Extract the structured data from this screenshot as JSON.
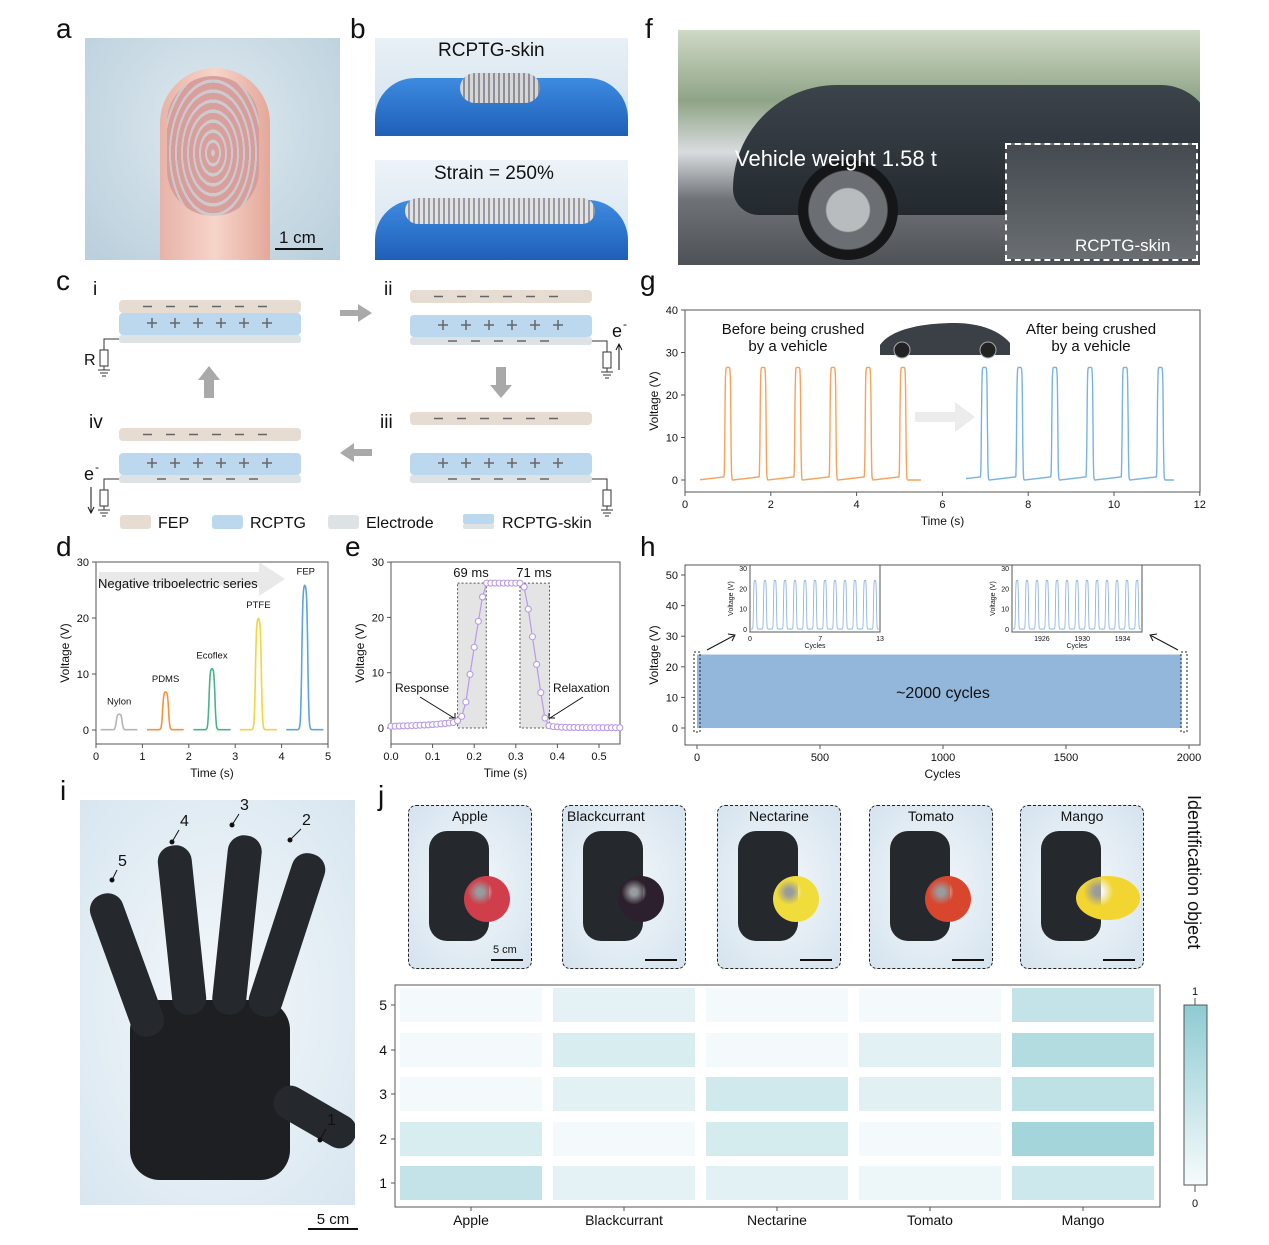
{
  "panels": {
    "a": "a",
    "b": "b",
    "c": "c",
    "d": "d",
    "e": "e",
    "f": "f",
    "g": "g",
    "h": "h",
    "i": "i",
    "j": "j"
  },
  "panel_a": {
    "scale_bar": "1 cm"
  },
  "panel_b": {
    "top_caption": "RCPTG-skin",
    "bottom_caption": "Strain = 250%"
  },
  "panel_f": {
    "caption": "Vehicle weight 1.58 t",
    "inset_label": "RCPTG-skin"
  },
  "panel_c": {
    "stages": [
      "i",
      "ii",
      "iii",
      "iv"
    ],
    "resistor_label": "R",
    "electron_label": "e",
    "electron_sup": "-",
    "legend": [
      "FEP",
      "RCPTG",
      "Electrode",
      "RCPTG-skin"
    ],
    "colors": {
      "fep": "#e6dcd2",
      "rcptg": "#bcd8ee",
      "electrode": "#dde2e5",
      "arrow": "#a9a9a9"
    }
  },
  "panel_i": {
    "scale_bar": "5 cm",
    "finger_labels": [
      "1",
      "2",
      "3",
      "4",
      "5"
    ]
  },
  "panel_j": {
    "objects": [
      "Apple",
      "Blackcurrant",
      "Nectarine",
      "Tomato",
      "Mango"
    ],
    "scale_bar": "5 cm",
    "side_title": "Identification object"
  },
  "chart_data": [
    {
      "id": "d",
      "type": "line",
      "title": "",
      "xlabel": "Time (s)",
      "ylabel": "Voltage (V)",
      "xlim": [
        0,
        5
      ],
      "ylim": [
        -2.5,
        30
      ],
      "xticks": [
        "0",
        "1",
        "2",
        "3",
        "4",
        "5"
      ],
      "yticks": [
        "0",
        "10",
        "20",
        "30"
      ],
      "annotation": "Negative triboelectric series",
      "series": [
        {
          "name": "Nylon",
          "peak_time": 0.5,
          "peak": 2.8,
          "color": "#b5b5b5"
        },
        {
          "name": "PDMS",
          "peak_time": 1.5,
          "peak": 6.8,
          "color": "#f5923e"
        },
        {
          "name": "Ecoflex",
          "peak_time": 2.5,
          "peak": 11,
          "color": "#49b48a"
        },
        {
          "name": "PTFE",
          "peak_time": 3.5,
          "peak": 20,
          "color": "#f2d53c"
        },
        {
          "name": "FEP",
          "peak_time": 4.5,
          "peak": 26,
          "color": "#5fa4dc"
        }
      ]
    },
    {
      "id": "e",
      "type": "scatter",
      "xlabel": "Time (s)",
      "ylabel": "Voltage (V)",
      "xlim": [
        0,
        0.55
      ],
      "ylim": [
        -2.5,
        30
      ],
      "xticks": [
        "0.0",
        "0.1",
        "0.2",
        "0.3",
        "0.4",
        "0.5"
      ],
      "yticks": [
        "0",
        "10",
        "20",
        "30"
      ],
      "x_start": 0,
      "x_step": 0.01,
      "values": [
        0.3,
        0.32,
        0.35,
        0.38,
        0.4,
        0.43,
        0.46,
        0.5,
        0.53,
        0.57,
        0.62,
        0.68,
        0.75,
        0.82,
        0.9,
        1.0,
        1.3,
        2.1,
        4.7,
        9.7,
        14.6,
        19.3,
        23.7,
        26.2,
        26.2,
        26.2,
        26.2,
        26.2,
        26.2,
        26.2,
        26.2,
        26.2,
        25.5,
        21.5,
        16.5,
        11.5,
        6.4,
        1.8,
        0.4,
        0.25,
        0.2,
        0.15,
        0.12,
        0.1,
        0.1,
        0.08,
        0.08,
        0.07,
        0.07,
        0.06,
        0.06,
        0.06,
        0.05,
        0.05,
        0.05,
        0.05
      ],
      "color": "#b99ae6",
      "response_window": [
        0.16,
        0.229
      ],
      "relaxation_window": [
        0.31,
        0.381
      ],
      "annotations": {
        "response_time": "69 ms",
        "relaxation_time": "71 ms",
        "response": "Response",
        "relaxation": "Relaxation"
      }
    },
    {
      "id": "g",
      "type": "line",
      "xlabel": "Time (s)",
      "ylabel": "Voltage (V)",
      "xlim": [
        0,
        12
      ],
      "ylim": [
        -2.5,
        40
      ],
      "xticks": [
        "0",
        "2",
        "4",
        "6",
        "8",
        "10",
        "12"
      ],
      "yticks": [
        "0",
        "10",
        "20",
        "30",
        "40"
      ],
      "series": [
        {
          "name": "Before being crushed by a vehicle",
          "range": [
            0.35,
            5.5
          ],
          "peak_times": [
            1.0,
            1.82,
            2.63,
            3.45,
            4.27,
            5.08
          ],
          "peak": 26.5,
          "color": "#f5a35c"
        },
        {
          "name": "After being crushed by a vehicle",
          "range": [
            6.55,
            11.4
          ],
          "peak_times": [
            6.98,
            7.8,
            8.62,
            9.44,
            10.26,
            11.08
          ],
          "peak": 26.5,
          "color": "#79b3e0"
        }
      ],
      "labels": {
        "before_1": "Before being crushed",
        "before_2": "by a vehicle",
        "after_1": "After being crushed",
        "after_2": "by a vehicle"
      }
    },
    {
      "id": "h",
      "type": "area",
      "xlabel": "Cycles",
      "ylabel": "Voltage (V)",
      "xlim": [
        0,
        2000
      ],
      "ylim": [
        -5,
        55
      ],
      "xticks": [
        "0",
        "500",
        "1000",
        "1500",
        "2000"
      ],
      "yticks": [
        "0",
        "10",
        "20",
        "30",
        "40",
        "50"
      ],
      "band": {
        "x": [
          0,
          1970
        ],
        "low": 0,
        "high": 24
      },
      "color": "#93b6db",
      "annotation": "~2000 cycles",
      "insets": [
        {
          "xlabel": "Cycles",
          "ylabel": "Voltage (V)",
          "xticks": [
            "0",
            "7",
            "13"
          ],
          "yticks": [
            "0",
            "10",
            "20",
            "30"
          ],
          "cycles": 13,
          "peak": 24
        },
        {
          "xlabel": "Cycles",
          "ylabel": "Voltage (V)",
          "xticks": [
            "1926",
            "1930",
            "1934"
          ],
          "yticks": [
            "0",
            "10",
            "20",
            "30"
          ],
          "cycles": 13,
          "peak": 24
        }
      ]
    },
    {
      "id": "j",
      "type": "heatmap",
      "x_categories": [
        "Apple",
        "Blackcurrant",
        "Nectarine",
        "Tomato",
        "Mango"
      ],
      "y_categories": [
        "1",
        "2",
        "3",
        "4",
        "5"
      ],
      "values": [
        [
          0.5,
          0.18,
          0.2,
          0.1,
          0.4
        ],
        [
          0.3,
          0.03,
          0.32,
          0.03,
          0.8
        ],
        [
          0.03,
          0.2,
          0.38,
          0.22,
          0.55
        ],
        [
          0.03,
          0.3,
          0.03,
          0.2,
          0.65
        ],
        [
          0.03,
          0.18,
          0.03,
          0.03,
          0.5
        ]
      ],
      "colorbar": {
        "min": "0",
        "max": "1",
        "low_color": "#f7fbfc",
        "high_color": "#8ecbd3"
      }
    }
  ]
}
